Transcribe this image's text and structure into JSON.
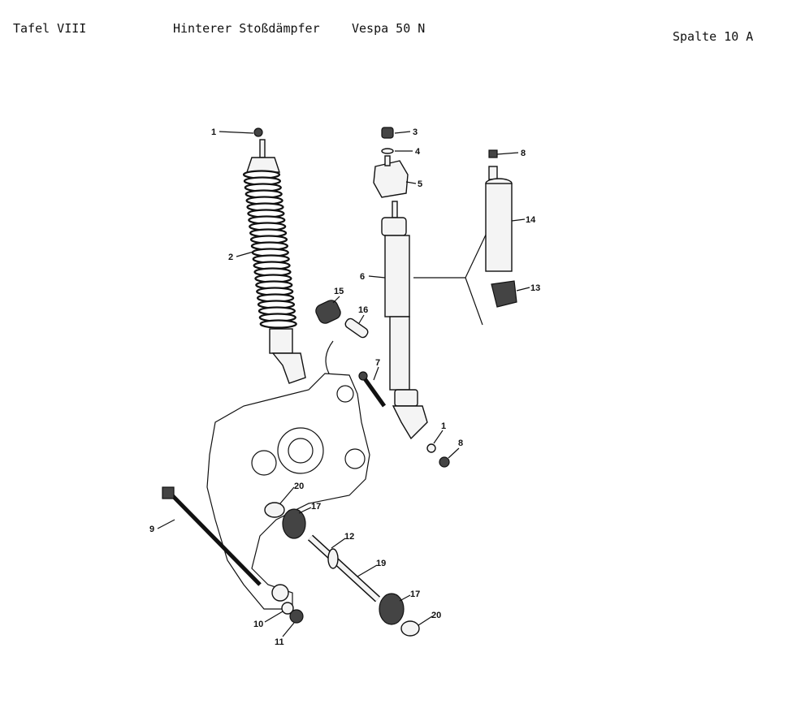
{
  "header": {
    "plate": "Tafel VIII",
    "title": "Hinterer Stoßdämpfer",
    "model": "Vespa 50 N",
    "column": "Spalte 10 A"
  },
  "callouts": [
    "1",
    "2",
    "3",
    "4",
    "5",
    "6",
    "7",
    "8",
    "9",
    "10",
    "11",
    "12",
    "13",
    "14",
    "15",
    "16",
    "17",
    "19",
    "20",
    "1",
    "8",
    "17",
    "20"
  ]
}
